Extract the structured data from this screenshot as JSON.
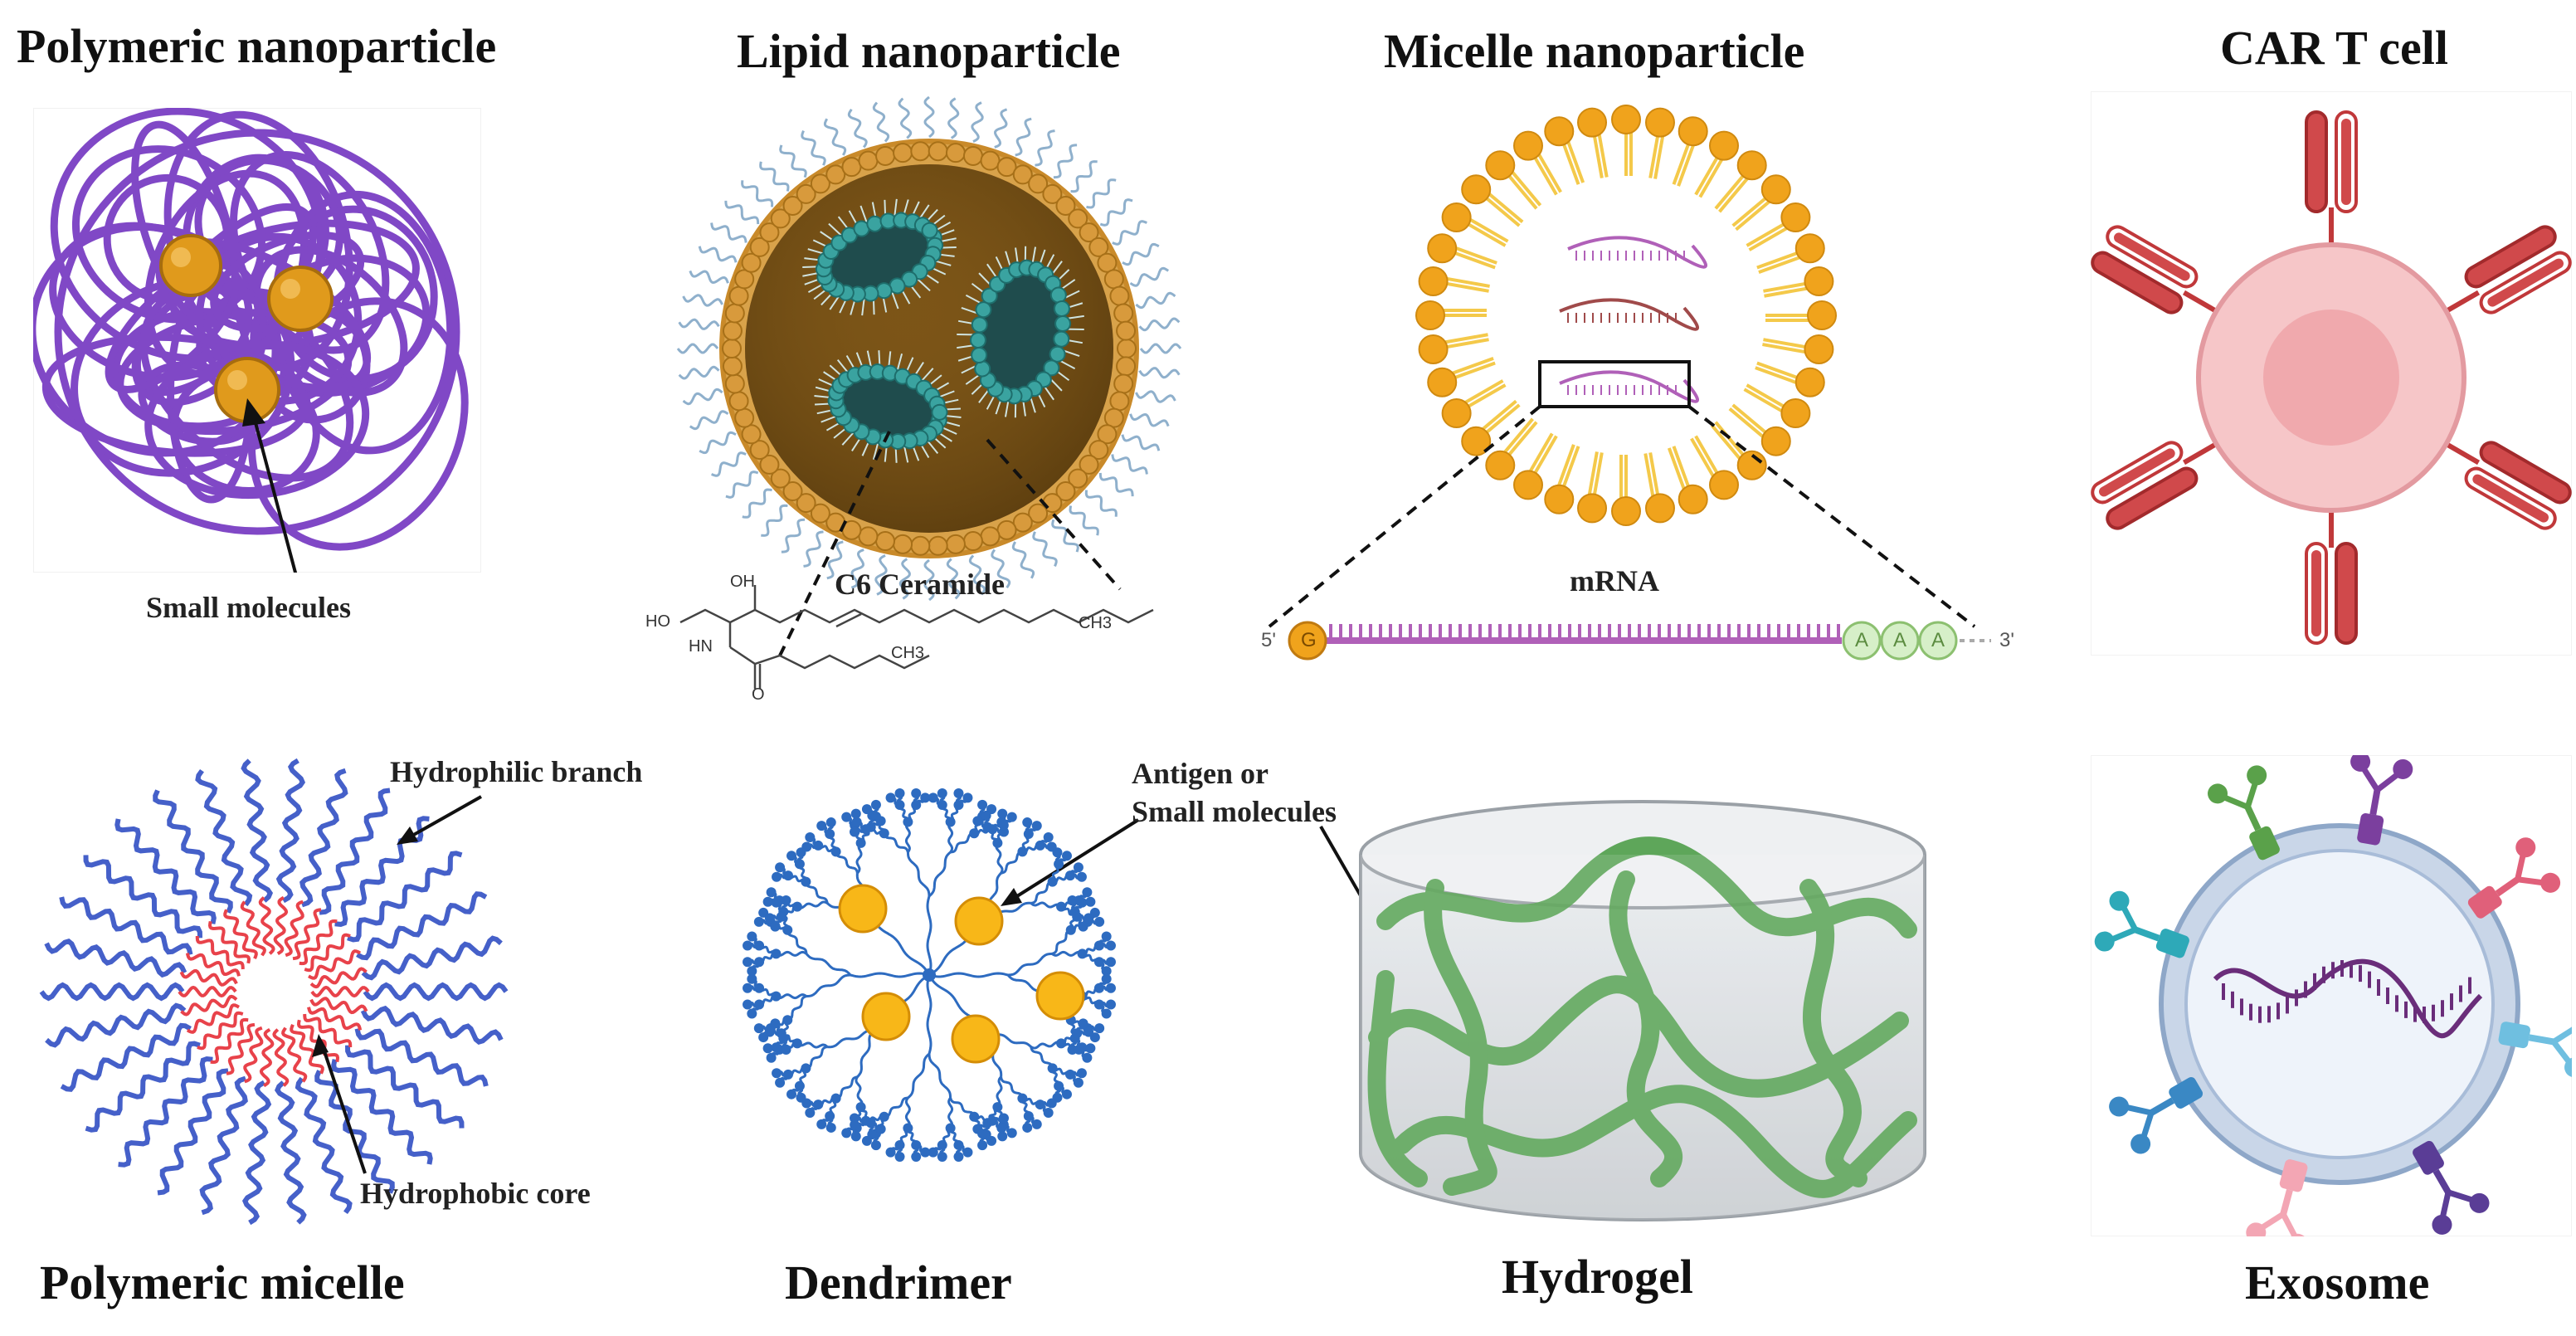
{
  "titles": {
    "polymeric_nanoparticle": "Polymeric nanoparticle",
    "lipid_nanoparticle": "Lipid nanoparticle",
    "micelle_nanoparticle": "Micelle nanoparticle",
    "car_t_cell": "CAR T cell",
    "polymeric_micelle": "Polymeric micelle",
    "dendrimer": "Dendrimer",
    "hydrogel": "Hydrogel",
    "exosome": "Exosome"
  },
  "labels": {
    "small_molecules": "Small molecules",
    "c6_ceramide": "C6 Ceramide",
    "mrna": "mRNA",
    "hydrophilic_branch": "Hydrophilic branch",
    "hydrophobic_core": "Hydrophobic core",
    "antigen_line1": "Antigen or",
    "antigen_line2": "Small molecules"
  },
  "ceramide_atoms": {
    "oh_top": "OH",
    "ho_left": "HO",
    "nh": "HN",
    "ch3_right": "CH3",
    "ch3_low": "CH3",
    "o": "O"
  },
  "mrna_strand": {
    "five_prime": "5'",
    "three_prime": "3'",
    "cap": "G",
    "tail": [
      "A",
      "A",
      "A"
    ]
  },
  "colors": {
    "polymer_purple": "#7a3fc4",
    "gold": "#e09a1c",
    "lipid_teal": "#3aa3a0",
    "micelle_orange": "#f0a31c",
    "mrna_magenta": "#b060b8",
    "car_red": "#d0494b",
    "cell_pink": "#f6c6c8",
    "micelle_blue": "#4560c9",
    "micelle_red": "#e8424a",
    "dendrimer_blue": "#2d6bc0",
    "hydrogel_green": "#4f9e4a",
    "exosome_blue": "#9fb6d6"
  }
}
